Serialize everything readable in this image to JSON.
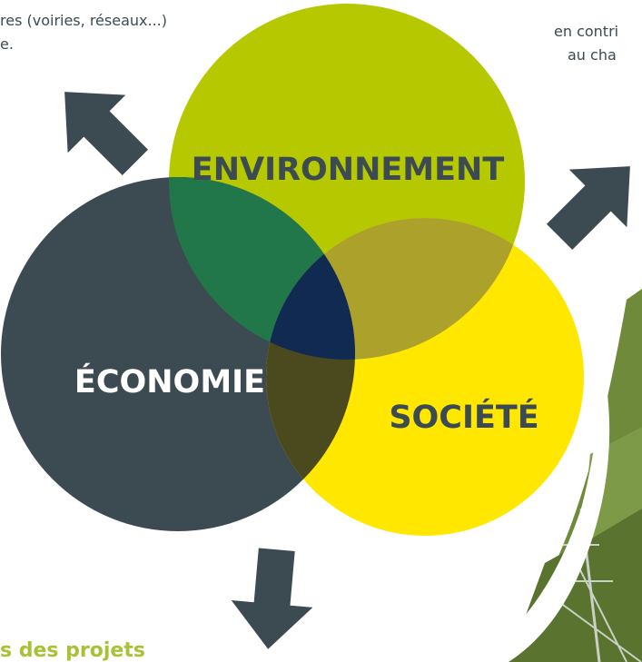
{
  "snippets": {
    "top_left_line1": "res (voiries, réseaux...)",
    "top_left_line2": "e.",
    "top_right_line1": "en contri",
    "top_right_line2": "au cha"
  },
  "venn": {
    "environment_label": "ENVIRONNEMENT",
    "economy_label": "ÉCONOMIE",
    "society_label": "SOCIÉTÉ",
    "colors": {
      "environment": "#b5c800",
      "economy": "#3c4a52",
      "society": "#ffe700",
      "env_economy": "#22774a",
      "env_society": "#aca22b",
      "economy_society": "#4b4a1f",
      "center": "#112a52",
      "arrow": "#3c4a52"
    }
  },
  "bottom_heading": "s des projets"
}
